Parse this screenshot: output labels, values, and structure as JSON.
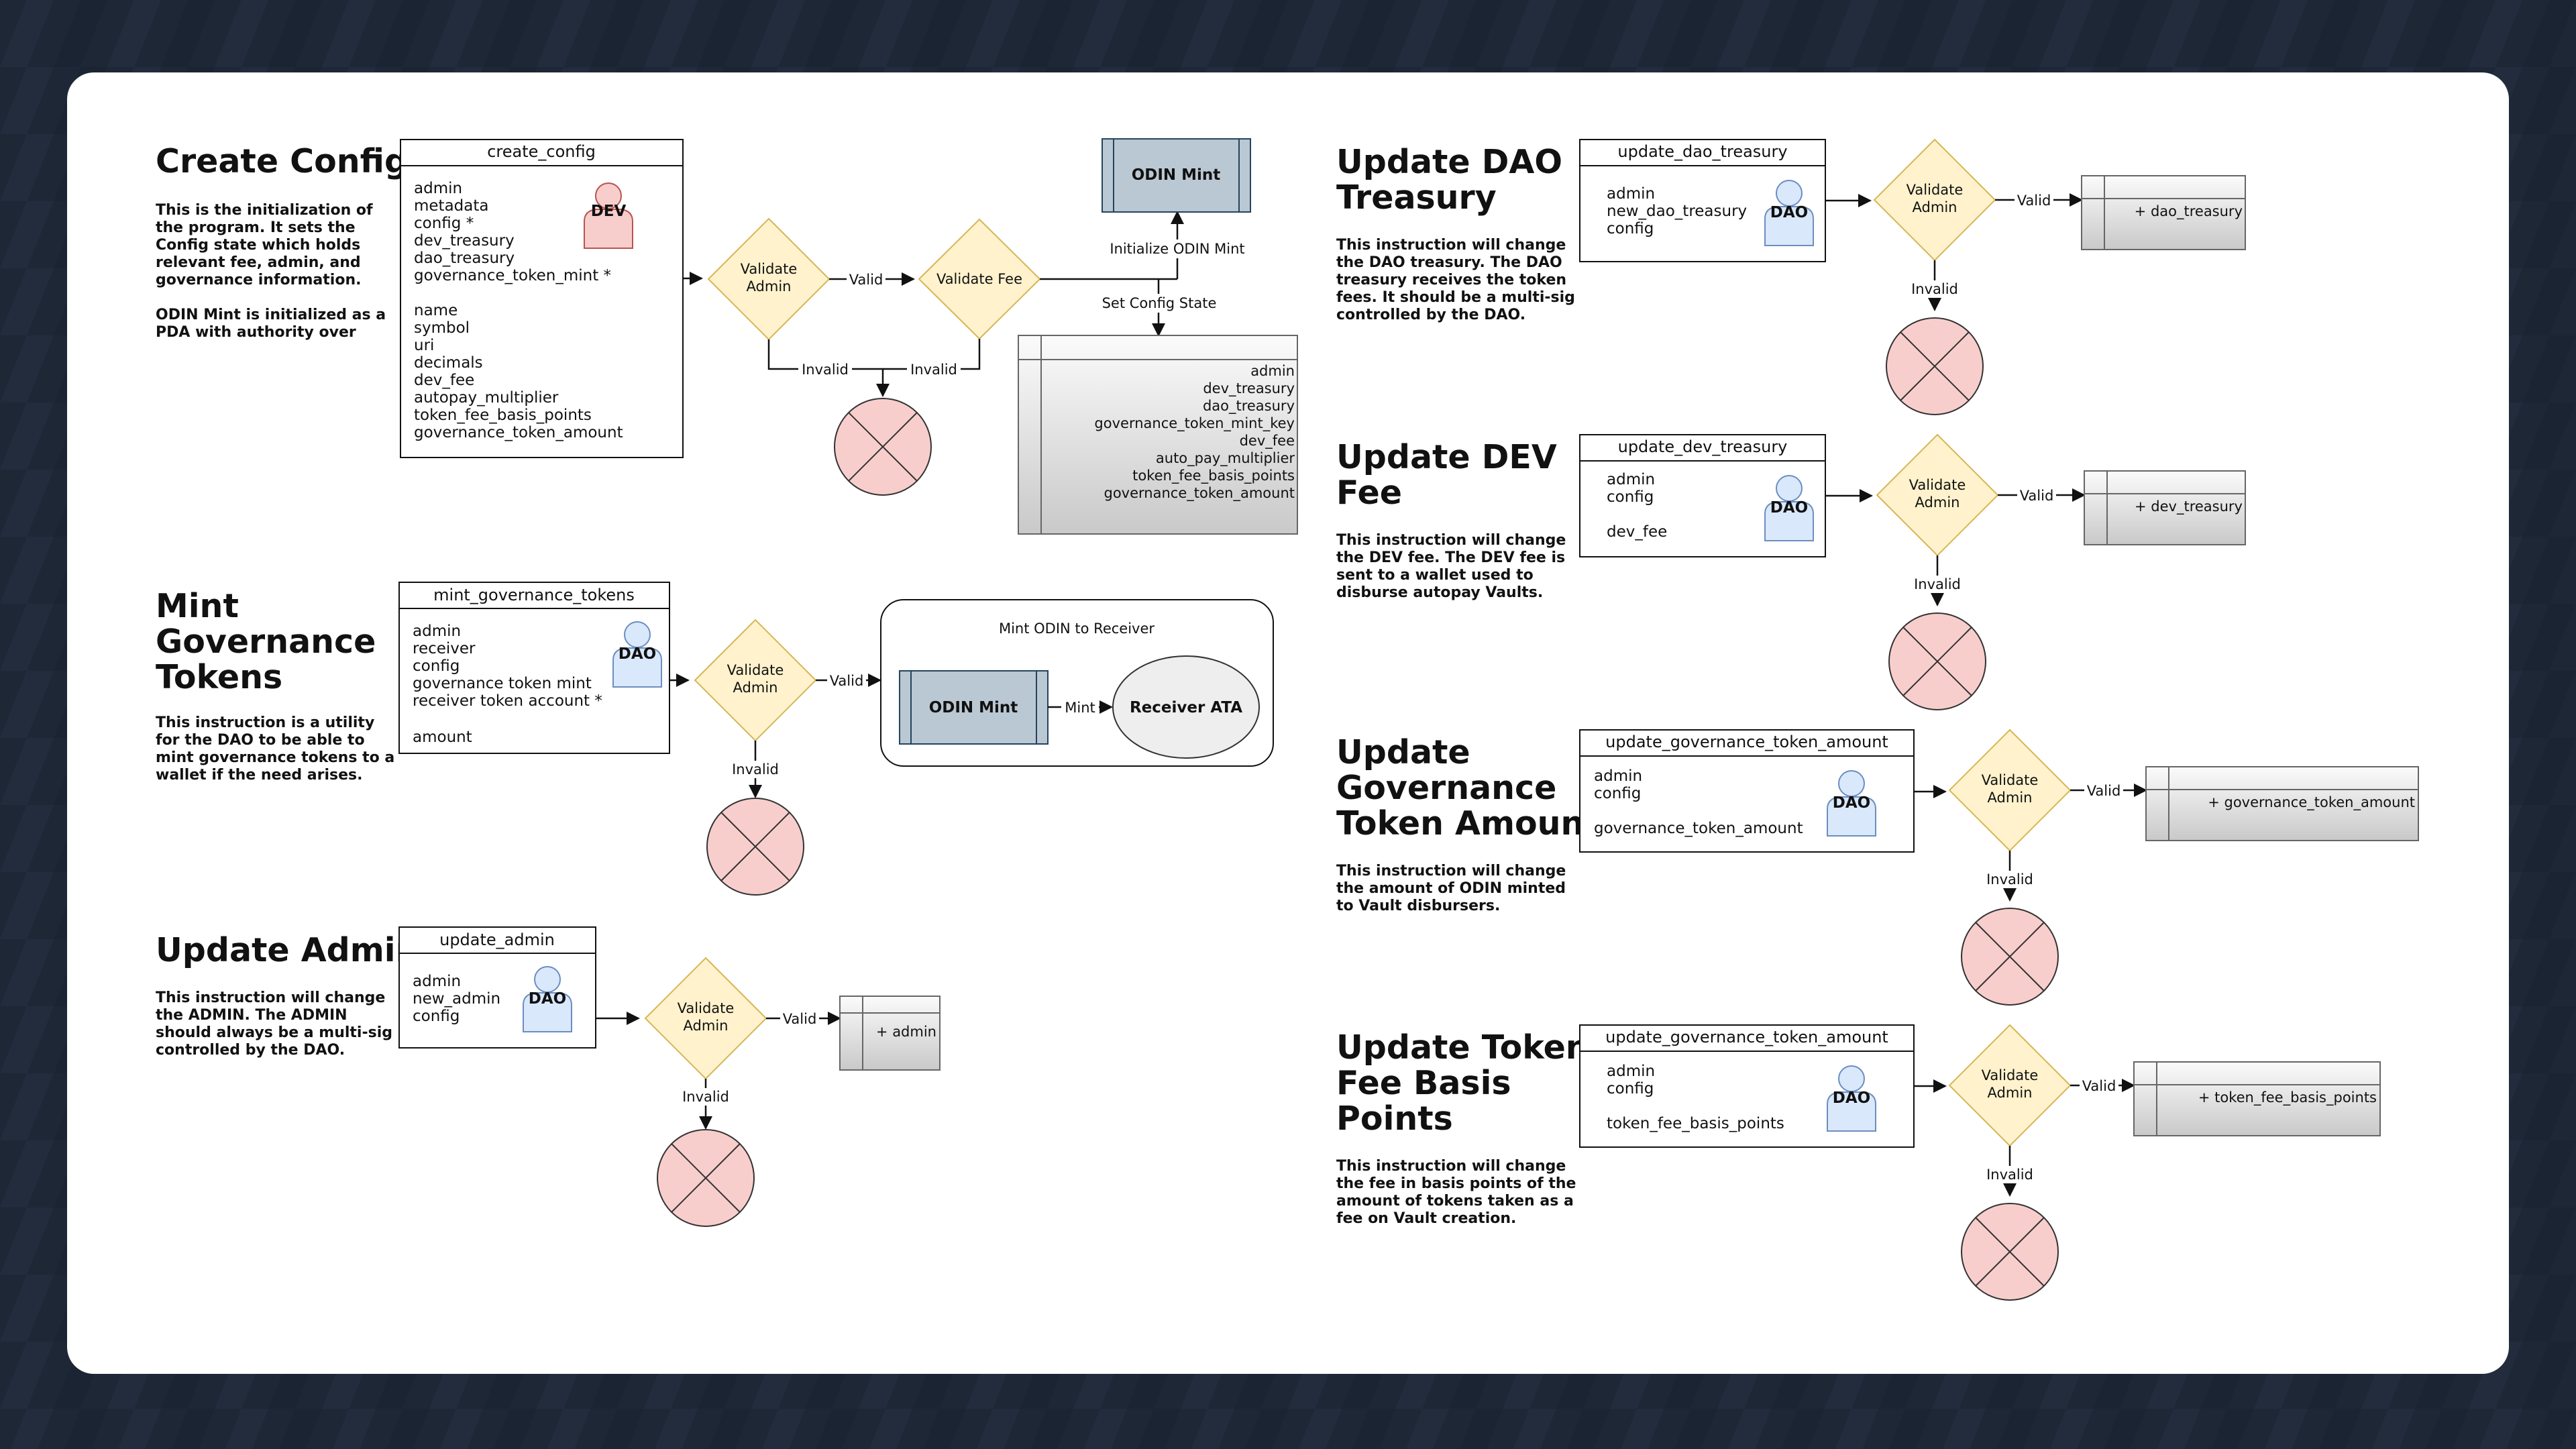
{
  "create_config": {
    "title": "Create Config",
    "desc": [
      "This is the initialization of",
      "the program. It sets the",
      "Config state which holds",
      "relevant fee, admin, and",
      "governance information.",
      "",
      "ODIN Mint is initialized as a",
      "PDA with authority over"
    ],
    "box_title": "create_config",
    "fields": [
      "admin",
      "metadata",
      "config *",
      "dev_treasury",
      "dao_treasury",
      "governance_token_mint *",
      "",
      "name",
      "symbol",
      "uri",
      "decimals",
      "dev_fee",
      "autopay_multiplier",
      "token_fee_basis_points",
      "governance_token_amount"
    ],
    "actor": "DEV",
    "validate_admin": [
      "Validate",
      "Admin"
    ],
    "valid": "Valid",
    "validate_fee": "Validate Fee",
    "invalid1": "Invalid",
    "invalid2": "Invalid",
    "odin_mint": "ODIN Mint",
    "init_mint": "Initialize ODIN Mint",
    "set_config": "Set Config State",
    "state_fields": [
      "admin",
      "dev_treasury",
      "dao_treasury",
      "governance_token_mint_key",
      "dev_fee",
      "auto_pay_multiplier",
      "token_fee_basis_points",
      "governance_token_amount"
    ]
  },
  "mint_gov": {
    "title": [
      "Mint",
      "Governance",
      "Tokens"
    ],
    "desc": [
      "This instruction is a utility",
      "for the DAO to be able to",
      "mint governance tokens to a",
      "wallet if the need arises."
    ],
    "box_title": "mint_governance_tokens",
    "fields": [
      "admin",
      "receiver",
      "config",
      "governance token mint",
      "receiver token account *",
      "",
      "amount"
    ],
    "actor": "DAO",
    "validate_admin": [
      "Validate",
      "Admin"
    ],
    "valid": "Valid",
    "invalid": "Invalid",
    "group_title": "Mint ODIN to Receiver",
    "odin_mint": "ODIN Mint",
    "mint": "Mint",
    "receiver": "Receiver ATA"
  },
  "update_admin": {
    "title": "Update Admin",
    "desc": [
      "This instruction will change",
      "the ADMIN. The ADMIN",
      "should always be a multi-sig",
      "controlled by the DAO."
    ],
    "box_title": "update_admin",
    "fields": [
      "admin",
      "new_admin",
      "config"
    ],
    "actor": "DAO",
    "validate_admin": [
      "Validate",
      "Admin"
    ],
    "valid": "Valid",
    "invalid": "Invalid",
    "result": "+ admin"
  },
  "update_dao_treasury": {
    "title": [
      "Update DAO",
      "Treasury"
    ],
    "desc": [
      "This instruction will change",
      "the DAO treasury. The DAO",
      "treasury receives the token",
      "fees. It should be a multi-sig",
      "controlled by the DAO."
    ],
    "box_title": "update_dao_treasury",
    "fields": [
      "admin",
      "new_dao_treasury",
      "config"
    ],
    "actor": "DAO",
    "validate_admin": [
      "Validate",
      "Admin"
    ],
    "valid": "Valid",
    "invalid": "Invalid",
    "result": "+ dao_treasury"
  },
  "update_dev_fee": {
    "title": [
      "Update DEV",
      "Fee"
    ],
    "desc": [
      "This instruction will change",
      "the DEV fee. The DEV fee is",
      "sent to a wallet used to",
      "disburse autopay Vaults."
    ],
    "box_title": "update_dev_treasury",
    "fields": [
      "admin",
      "config",
      "",
      "dev_fee"
    ],
    "actor": "DAO",
    "validate_admin": [
      "Validate",
      "Admin"
    ],
    "valid": "Valid",
    "invalid": "Invalid",
    "result": "+ dev_treasury"
  },
  "update_gov_amount": {
    "title": [
      "Update",
      "Governance",
      "Token Amount"
    ],
    "desc": [
      "This instruction will change",
      "the amount of ODIN minted",
      "to Vault disbursers."
    ],
    "box_title": "update_governance_token_amount",
    "fields": [
      "admin",
      "config",
      "",
      "governance_token_amount"
    ],
    "actor": "DAO",
    "validate_admin": [
      "Validate",
      "Admin"
    ],
    "valid": "Valid",
    "invalid": "Invalid",
    "result": "+ governance_token_amount"
  },
  "update_fee_bp": {
    "title": [
      "Update Token",
      "Fee Basis",
      "Points"
    ],
    "desc": [
      "This instruction will change",
      "the fee in basis points of the",
      "amount of tokens taken as a",
      "fee on Vault creation."
    ],
    "box_title": "update_governance_token_amount",
    "fields": [
      "admin",
      "config",
      "",
      "token_fee_basis_points"
    ],
    "actor": "DAO",
    "validate_admin": [
      "Validate",
      "Admin"
    ],
    "valid": "Valid",
    "invalid": "Invalid",
    "result": "+ token_fee_basis_points"
  }
}
